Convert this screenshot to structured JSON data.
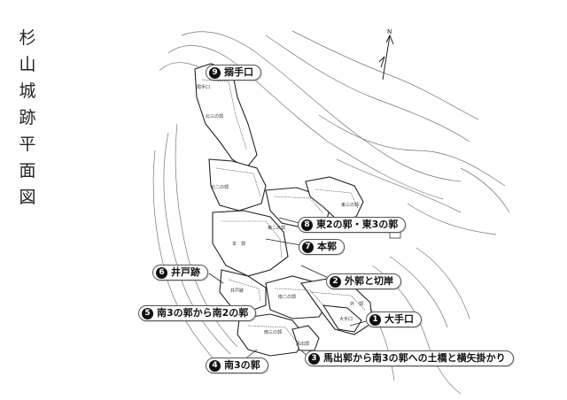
{
  "title": "杉山城跡平面図",
  "locations": [
    {
      "number": "9",
      "label": "搦手口"
    },
    {
      "number": "8",
      "label": "東2の郭・東3の郭"
    },
    {
      "number": "7",
      "label": "本郭"
    },
    {
      "number": "6",
      "label": "井戸跡"
    },
    {
      "number": "2",
      "label": "外郭と切岸"
    },
    {
      "number": "5",
      "label": "南3の郭から南2の郭"
    },
    {
      "number": "1",
      "label": "大手口"
    },
    {
      "number": "4",
      "label": "南3の郭"
    },
    {
      "number": "3",
      "label": "馬出郭から南3の郭への土橋と横矢掛かり"
    }
  ],
  "map_small_labels": {
    "north3": "北三の郭",
    "north2": "北二の郭",
    "honkaku": "本　郭",
    "east2": "東二の郭",
    "east3": "東三の郭",
    "ido": "井戸跡",
    "south2": "南二の郭",
    "south3": "南三の郭",
    "umadashi": "馬出郭",
    "gaikaku": "外　郭",
    "outa": "大手口",
    "karamete": "搦手口"
  },
  "compass": "N"
}
